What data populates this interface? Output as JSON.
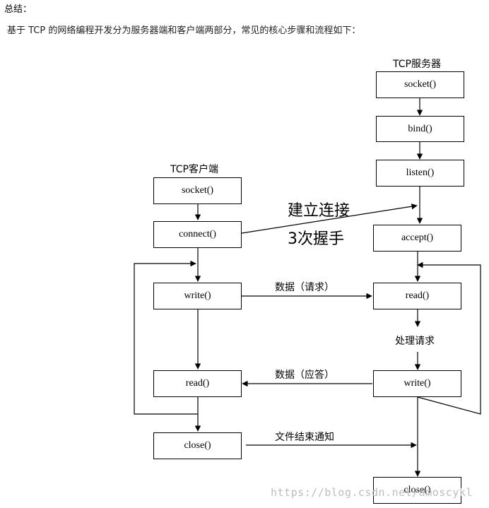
{
  "heading": "总结：",
  "intro": "基于 TCP 的网络编程开发分为服务器端和客户端两部分，常见的核心步骤和流程如下：",
  "server": {
    "title": "TCP服务器",
    "socket": "socket()",
    "bind": "bind()",
    "listen": "listen()",
    "accept": "accept()",
    "read": "read()",
    "process": "处理请求",
    "write": "write()",
    "close": "close()"
  },
  "client": {
    "title": "TCP客户端",
    "socket": "socket()",
    "connect": "connect()",
    "write": "write()",
    "read": "read()",
    "close": "close()"
  },
  "messages": {
    "connect_line1": "建立连接",
    "connect_line2": "3次握手",
    "request": "数据（请求）",
    "response": "数据（应答）",
    "eof": "文件结束通知"
  },
  "watermark": "https://blog.csdn.net/amoscykl"
}
